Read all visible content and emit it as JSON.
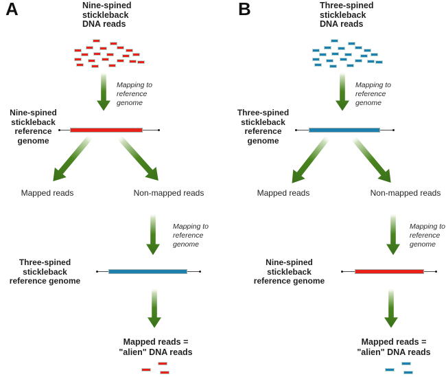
{
  "figure": {
    "colors": {
      "nine_spined_red": "#e8221b",
      "three_spined_blue": "#1d7fad",
      "arrow_green_dark": "#3f7c1b",
      "arrow_green_light": "#cfe0bd",
      "read_border": "#bcd8d2",
      "genome_line": "#4d4d4d",
      "text": "#1f1f1f"
    },
    "panels": [
      {
        "letter": "A",
        "title": [
          "Nine-spined",
          "stickleback",
          "DNA reads"
        ],
        "mapping_step_1": [
          "Mapping to",
          "reference",
          "genome"
        ],
        "reference_genome_1_label": [
          "Nine-spined",
          "stickleback",
          "reference",
          "genome"
        ],
        "mapped_label": "Mapped reads",
        "non_mapped_label": "Non-mapped reads",
        "mapping_step_2": [
          "Mapping to",
          "reference",
          "genome"
        ],
        "reference_genome_2_label": [
          "Three-spined stickleback",
          "reference genome"
        ],
        "result_label": [
          "Mapped reads =",
          "\"alien\" DNA reads"
        ],
        "cloud_reads": [
          [
            32,
            1
          ],
          [
            57,
            5
          ],
          [
            22,
            11
          ],
          [
            42,
            12
          ],
          [
            67,
            11
          ],
          [
            5,
            15
          ],
          [
            80,
            15
          ],
          [
            15,
            21
          ],
          [
            33,
            20
          ],
          [
            52,
            21
          ],
          [
            75,
            23
          ],
          [
            90,
            21
          ],
          [
            5,
            28
          ],
          [
            25,
            30
          ],
          [
            45,
            28
          ],
          [
            67,
            30
          ],
          [
            85,
            31
          ],
          [
            8,
            36
          ],
          [
            30,
            38
          ],
          [
            55,
            37
          ],
          [
            97,
            32
          ]
        ],
        "result_reads": [
          [
            24,
            0
          ],
          [
            0,
            9
          ],
          [
            27,
            13
          ]
        ]
      },
      {
        "letter": "B",
        "title": [
          "Three-spined",
          "stickleback",
          "DNA reads"
        ],
        "mapping_step_1": [
          "Mapping to",
          "reference",
          "genome"
        ],
        "reference_genome_1_label": [
          "Three-spined",
          "stickleback",
          "reference",
          "genome"
        ],
        "mapped_label": "Mapped reads",
        "non_mapped_label": "Non-mapped reads",
        "mapping_step_2": [
          "Mapping to",
          "reference",
          "genome"
        ],
        "reference_genome_2_label": [
          "Nine-spined stickleback",
          "reference genome"
        ],
        "result_label": [
          "Mapped reads =",
          "\"alien\" DNA reads"
        ],
        "cloud_reads": [
          [
            32,
            1
          ],
          [
            57,
            5
          ],
          [
            22,
            11
          ],
          [
            42,
            12
          ],
          [
            67,
            11
          ],
          [
            5,
            15
          ],
          [
            80,
            15
          ],
          [
            15,
            21
          ],
          [
            33,
            20
          ],
          [
            52,
            21
          ],
          [
            75,
            23
          ],
          [
            90,
            21
          ],
          [
            5,
            28
          ],
          [
            25,
            30
          ],
          [
            45,
            28
          ],
          [
            67,
            30
          ],
          [
            85,
            31
          ],
          [
            8,
            36
          ],
          [
            30,
            38
          ],
          [
            55,
            37
          ],
          [
            97,
            32
          ]
        ],
        "result_reads": [
          [
            24,
            0
          ],
          [
            0,
            9
          ],
          [
            27,
            13
          ]
        ]
      }
    ]
  }
}
